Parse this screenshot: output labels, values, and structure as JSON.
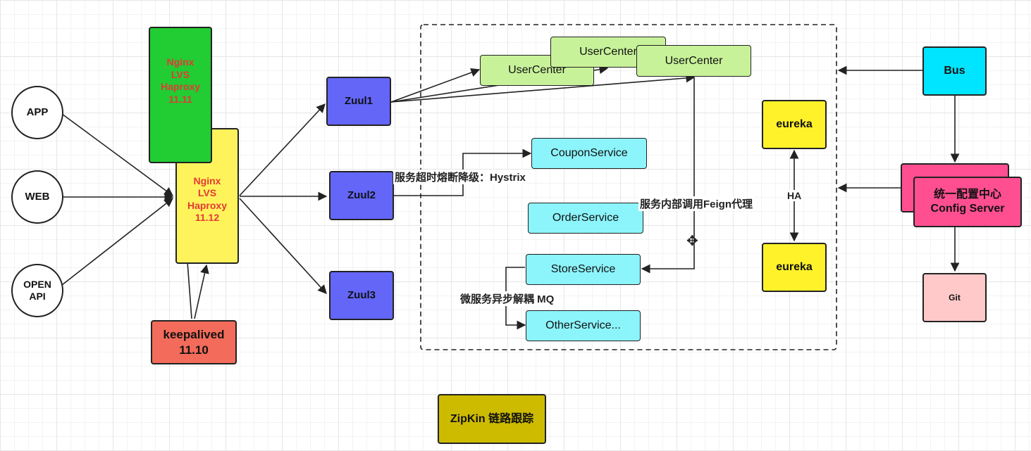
{
  "clients": {
    "app": "APP",
    "web": "WEB",
    "openapi": "OPEN\nAPI"
  },
  "proxy_primary": "Nginx\nLVS\nHaproxy\n11.11",
  "proxy_backup": "Nginx\nLVS\nHaproxy\n11.12",
  "keepalived": "keepalived\n11.10",
  "gateways": {
    "zuul1": "Zuul1",
    "zuul2": "Zuul2",
    "zuul3": "Zuul3"
  },
  "services": {
    "usercenter_1": "UserCenter",
    "usercenter_2": "UserCenter",
    "usercenter_3": "UserCenter",
    "coupon": "CouponService",
    "order": "OrderService",
    "store": "StoreService",
    "other": "OtherService..."
  },
  "registry": {
    "eureka_top": "eureka",
    "eureka_bottom": "eureka",
    "ha_label": "HA"
  },
  "bus": "Bus",
  "config_server": "统一配置中心\nConfig Server",
  "git": "Git",
  "zipkin": "ZipKin 链路跟踪",
  "annotations": {
    "hystrix": "服务超时熔断降级：Hystrix",
    "feign": "服务内部调用Feign代理",
    "mq": "微服务异步解耦 MQ"
  },
  "icons": {
    "cursor": "move-cursor-icon"
  },
  "colors": {
    "proxy_primary": "#22cc33",
    "proxy_backup": "#fff35c",
    "proxy_text": "#e53935",
    "keepalived": "#f36b5a",
    "zuul": "#6366f7",
    "usercenter": "#c8f29a",
    "service": "#8cf4fb",
    "eureka": "#fff22a",
    "bus": "#00e5ff",
    "config": "#ff4f91",
    "git": "#ffc9c9",
    "zipkin": "#cdbb00"
  }
}
